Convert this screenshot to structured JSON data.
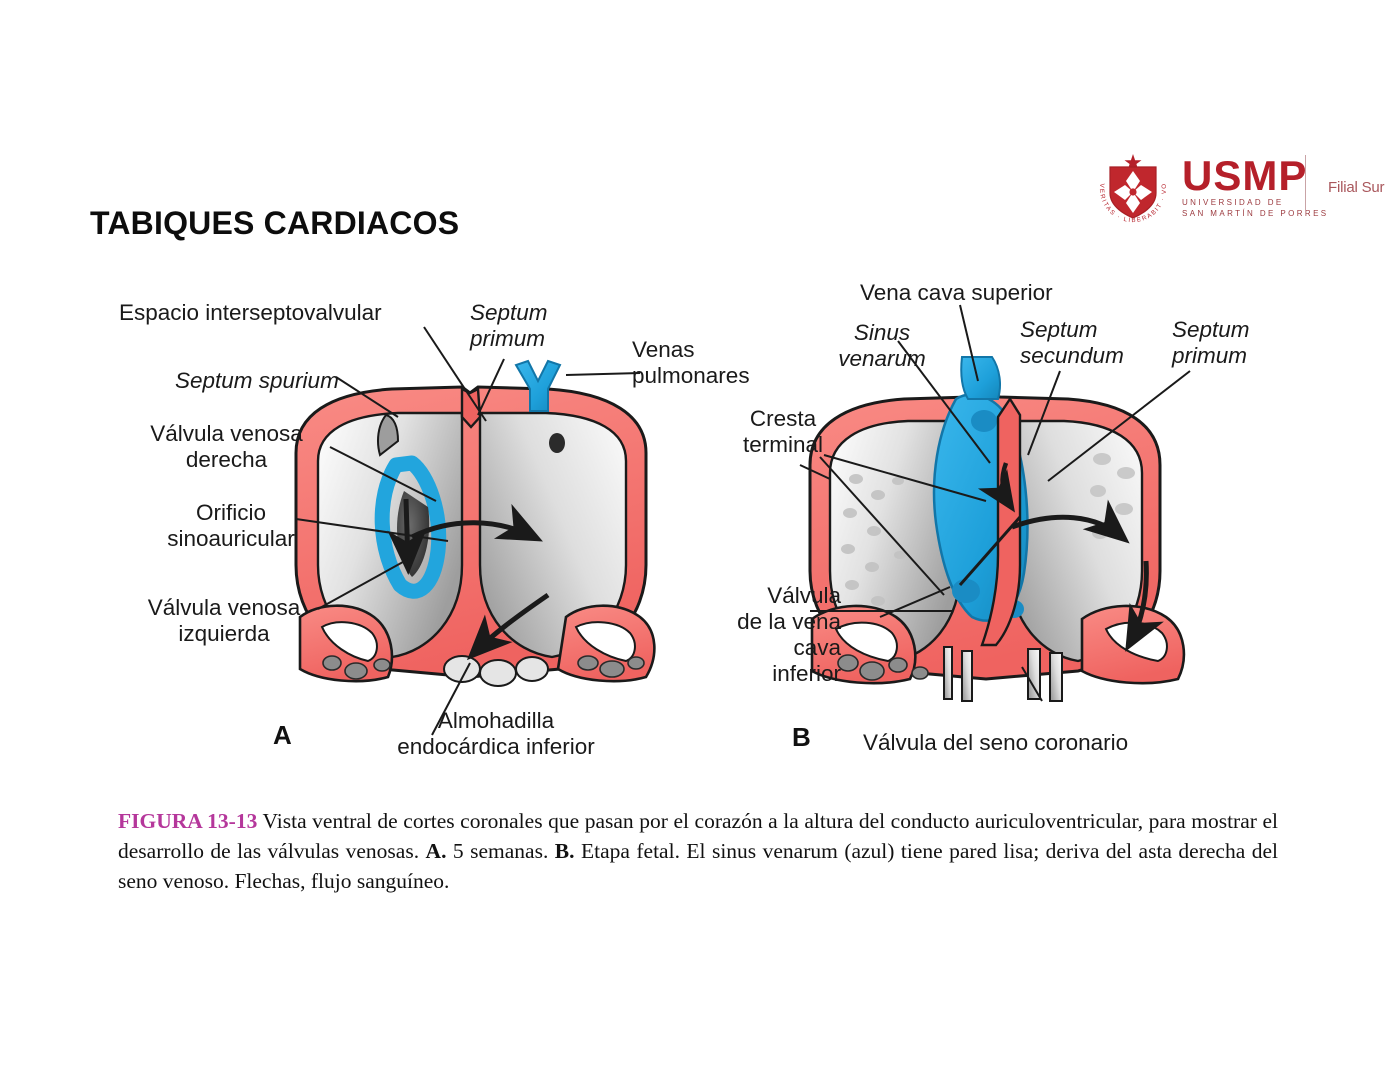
{
  "slide": {
    "title": "TABIQUES CARDIACOS"
  },
  "logo": {
    "name": "usmp-logo",
    "wordmark": "USMP",
    "sub_line1": "UNIVERSIDAD DE",
    "sub_line2": "SAN MARTÍN DE PORRES",
    "branch": "Filial Sur",
    "shield_motto": "VERITAS LIBERABIT VOS",
    "brand_red": "#b5202a",
    "branch_color": "#a9575c"
  },
  "figure": {
    "panel_a_letter": "A",
    "panel_b_letter": "B",
    "colors": {
      "myocardium_red": "#f4736f",
      "sinus_blue": "#22a5dd",
      "outline_black": "#1a1a1a",
      "endocardium_gray": "#d9d9d9"
    },
    "labels_panel_a": [
      {
        "id": "espacio-interseptovalvular",
        "text": "Espacio interseptovalvular",
        "italic": false
      },
      {
        "id": "septum-primum-a",
        "text": "Septum\nprimum",
        "italic": true
      },
      {
        "id": "septum-spurium",
        "text": "Septum spurium",
        "italic": true
      },
      {
        "id": "venas-pulmonares",
        "text": "Venas\npulmonares",
        "italic": false
      },
      {
        "id": "valvula-venosa-derecha",
        "text": "Válvula venosa\nderecha",
        "italic": false
      },
      {
        "id": "orificio-sinoauricular",
        "text": "Orificio\nsinoauricular",
        "italic": false
      },
      {
        "id": "valvula-venosa-izquierda",
        "text": "Válvula venosa\nizquierda",
        "italic": false
      },
      {
        "id": "almohadilla-endocardica-inferior",
        "text": "Almohadilla\nendocárdica inferior",
        "italic": false
      }
    ],
    "labels_panel_b": [
      {
        "id": "vena-cava-superior",
        "text": "Vena cava superior",
        "italic": false
      },
      {
        "id": "sinus-venarum",
        "text": "Sinus\nvenarum",
        "italic": true
      },
      {
        "id": "septum-secundum",
        "text": "Septum\nsecundum",
        "italic": true
      },
      {
        "id": "septum-primum-b",
        "text": "Septum\nprimum",
        "italic": true
      },
      {
        "id": "cresta-terminal",
        "text": "Cresta\nterminal",
        "italic": false
      },
      {
        "id": "valvula-vena-cava-inferior",
        "text": "Válvula\nde la vena\ncava\ninferior",
        "italic": false
      },
      {
        "id": "valvula-seno-coronario",
        "text": "Válvula del seno coronario",
        "italic": false
      }
    ]
  },
  "caption": {
    "figure_number": "FIGURA 13-13",
    "figure_number_color": "#b5379b",
    "part1": " Vista ventral de cortes coronales que pasan por el corazón a la altura del conducto auriculoventricular, para mostrar el desarrollo de las válvulas venosas. ",
    "bold_a": "A.",
    "part2": " 5 semanas. ",
    "bold_b": "B.",
    "part3": " Etapa fetal. El sinus venarum (azul) tiene pared lisa; deriva del asta derecha del seno venoso. Flechas, flujo sanguíneo."
  }
}
